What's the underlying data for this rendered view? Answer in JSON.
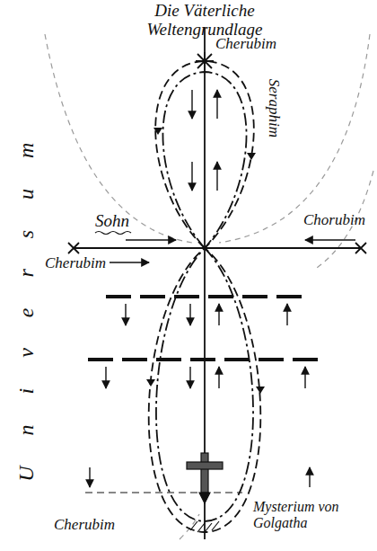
{
  "diagram": {
    "labels": [
      "Die Väterliche Weltengrundlage",
      "Cherubim",
      "Seraphim",
      "Sohn",
      "Chorubim",
      "Cherubim",
      "Universum",
      "Cherubim",
      "Mysterium von Golgatha"
    ]
  }
}
